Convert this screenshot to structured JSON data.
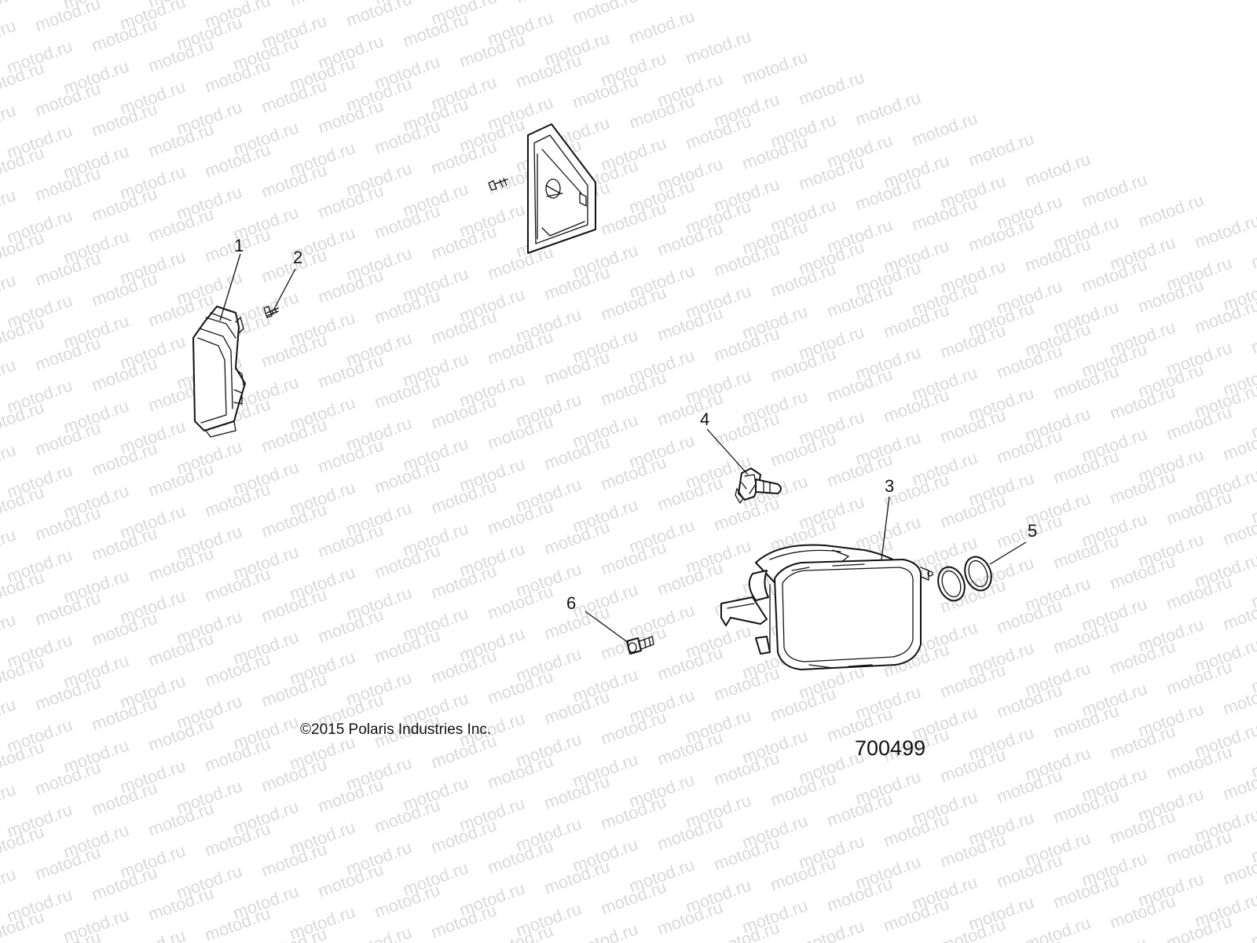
{
  "watermark": {
    "text": "motod.ru",
    "color": "#d9d9d9"
  },
  "callouts": [
    {
      "label": "1"
    },
    {
      "label": "2"
    },
    {
      "label": "3"
    },
    {
      "label": "4"
    },
    {
      "label": "5"
    },
    {
      "label": "6"
    }
  ],
  "footer": {
    "copyright": "©2015 Polaris Industries Inc.",
    "figure_id": "700499"
  },
  "parts": [
    {
      "icon": "headlight-bezel-icon"
    },
    {
      "icon": "screw-icon"
    },
    {
      "icon": "headlight-assembly-icon"
    },
    {
      "icon": "bulb-icon"
    },
    {
      "icon": "o-ring-icon"
    },
    {
      "icon": "bolt-icon"
    },
    {
      "icon": "housing-bracket-icon"
    }
  ]
}
